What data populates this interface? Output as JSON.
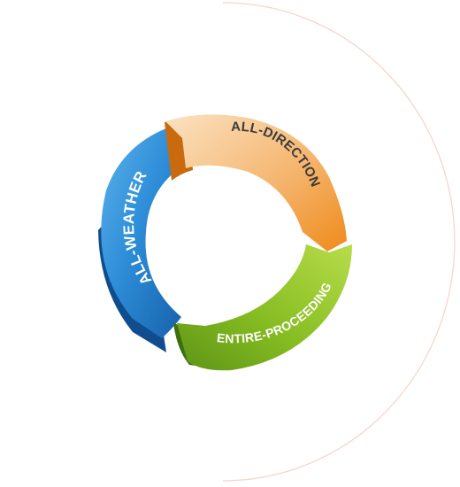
{
  "diagram": {
    "segments": [
      {
        "id": "all-weather",
        "label": "ALL-WEATHER",
        "colors": {
          "light": "#5fb4ea",
          "mid": "#2e8ed8",
          "dark": "#145fa8",
          "side": "#0f4d8f",
          "text": "#ffffff"
        }
      },
      {
        "id": "all-direction",
        "label": "ALL-DIRECTION",
        "colors": {
          "light": "#fbe2c2",
          "mid": "#f5b670",
          "dark": "#ef8a1a",
          "side": "#c96a0e",
          "text": "#3b3b3b"
        }
      },
      {
        "id": "entire-proceeding",
        "label": "ENTIRE-PROCEEDING",
        "colors": {
          "light": "#b8dc4a",
          "mid": "#86bd22",
          "dark": "#5d9416",
          "side": "#3f6e10",
          "text": "#ffffff"
        }
      }
    ],
    "guide_arc_color": "#f6d6cc"
  }
}
